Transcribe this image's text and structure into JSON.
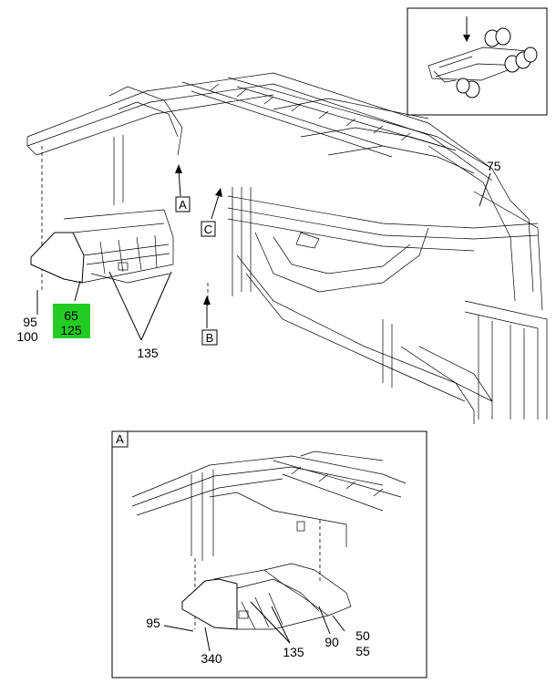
{
  "inset_box": {
    "arrow_marker": "down-arrow"
  },
  "main_view": {
    "label_75": "75",
    "label_95": "95",
    "label_100": "100",
    "highlight": {
      "line1": "65",
      "line2": "125",
      "color": "#22cc22"
    },
    "label_135": "135",
    "view_A": "A",
    "view_B": "B",
    "view_C": "C"
  },
  "detail_A": {
    "title": "A",
    "label_95": "95",
    "label_340": "340",
    "label_135": "135",
    "label_90": "90",
    "label_50": "50",
    "label_55": "55"
  }
}
